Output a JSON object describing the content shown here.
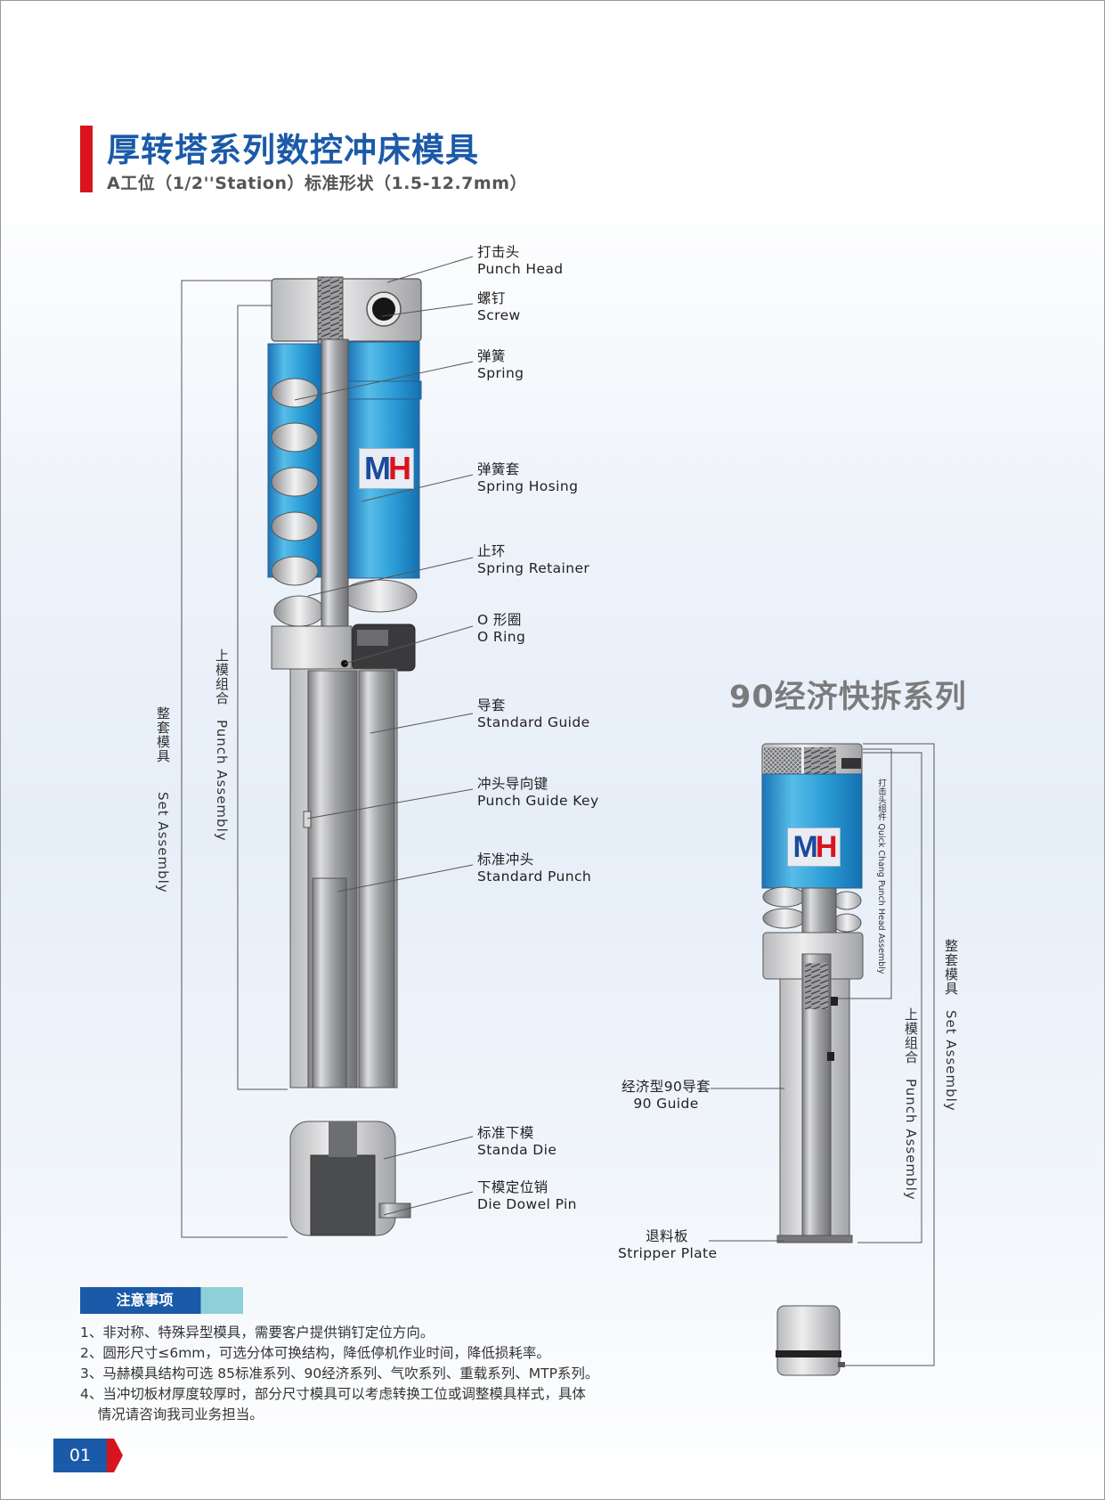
{
  "header": {
    "title": "厚转塔系列数控冲床模具",
    "subtitle": "A工位（1/2''Station）标准形状（1.5-12.7mm）"
  },
  "left_assembly": {
    "labels": [
      {
        "cn": "打击头",
        "en": "Punch Head"
      },
      {
        "cn": "螺钉",
        "en": "Screw"
      },
      {
        "cn": "弹簧",
        "en": "Spring"
      },
      {
        "cn": "弹簧套",
        "en": "Spring Hosing"
      },
      {
        "cn": "止环",
        "en": "Spring Retainer"
      },
      {
        "cn": "O 形圈",
        "en": "O Ring"
      },
      {
        "cn": "导套",
        "en": "Standard Guide"
      },
      {
        "cn": "冲头导向键",
        "en": "Punch Guide Key"
      },
      {
        "cn": "标准冲头",
        "en": "Standard Punch"
      },
      {
        "cn": "标准下模",
        "en": "Standa Die"
      },
      {
        "cn": "下模定位销",
        "en": "Die Dowel Pin"
      }
    ],
    "bracket_set": {
      "cn": "整套模具",
      "en": "Set Assembly"
    },
    "bracket_punch": {
      "cn": "上模组合",
      "en": "Punch Assembly"
    },
    "logo": {
      "m": "M",
      "h": "H"
    }
  },
  "right_assembly": {
    "title": "90经济快拆系列",
    "head_assembly": {
      "cn": "打击头组件",
      "en": "Quick Chang Punch Head Assembly"
    },
    "bracket_punch": {
      "cn": "上模组合",
      "en": "Punch Assembly"
    },
    "bracket_set": {
      "cn": "整套模具",
      "en": "Set Assembly"
    },
    "guide": {
      "cn": "经济型90导套",
      "en": "90 Guide"
    },
    "stripper": {
      "cn": "退料板",
      "en": "Stripper Plate"
    },
    "logo": {
      "m": "M",
      "h": "H"
    }
  },
  "notice": {
    "title": "注意事项",
    "items": [
      "1、非对称、特殊异型模具，需要客户提供销钉定位方向。",
      "2、圆形尺寸≤6mm，可选分体可换结构，降低停机作业时间，降低损耗率。",
      "3、马赫模具结构可选 85标准系列、90经济系列、气吹系列、重载系列、MTP系列。",
      "4、当冲切板材厚度较厚时，部分尺寸模具可以考虑转换工位或调整模具样式，具体",
      "    情况请咨询我司业务担当。"
    ]
  },
  "footer": {
    "page_number": "01"
  },
  "colors": {
    "brand_blue": "#1a5aa8",
    "accent_red": "#d8141f",
    "spring_blue": "#2f9ed8",
    "steel_gray": "#a9aaac"
  }
}
